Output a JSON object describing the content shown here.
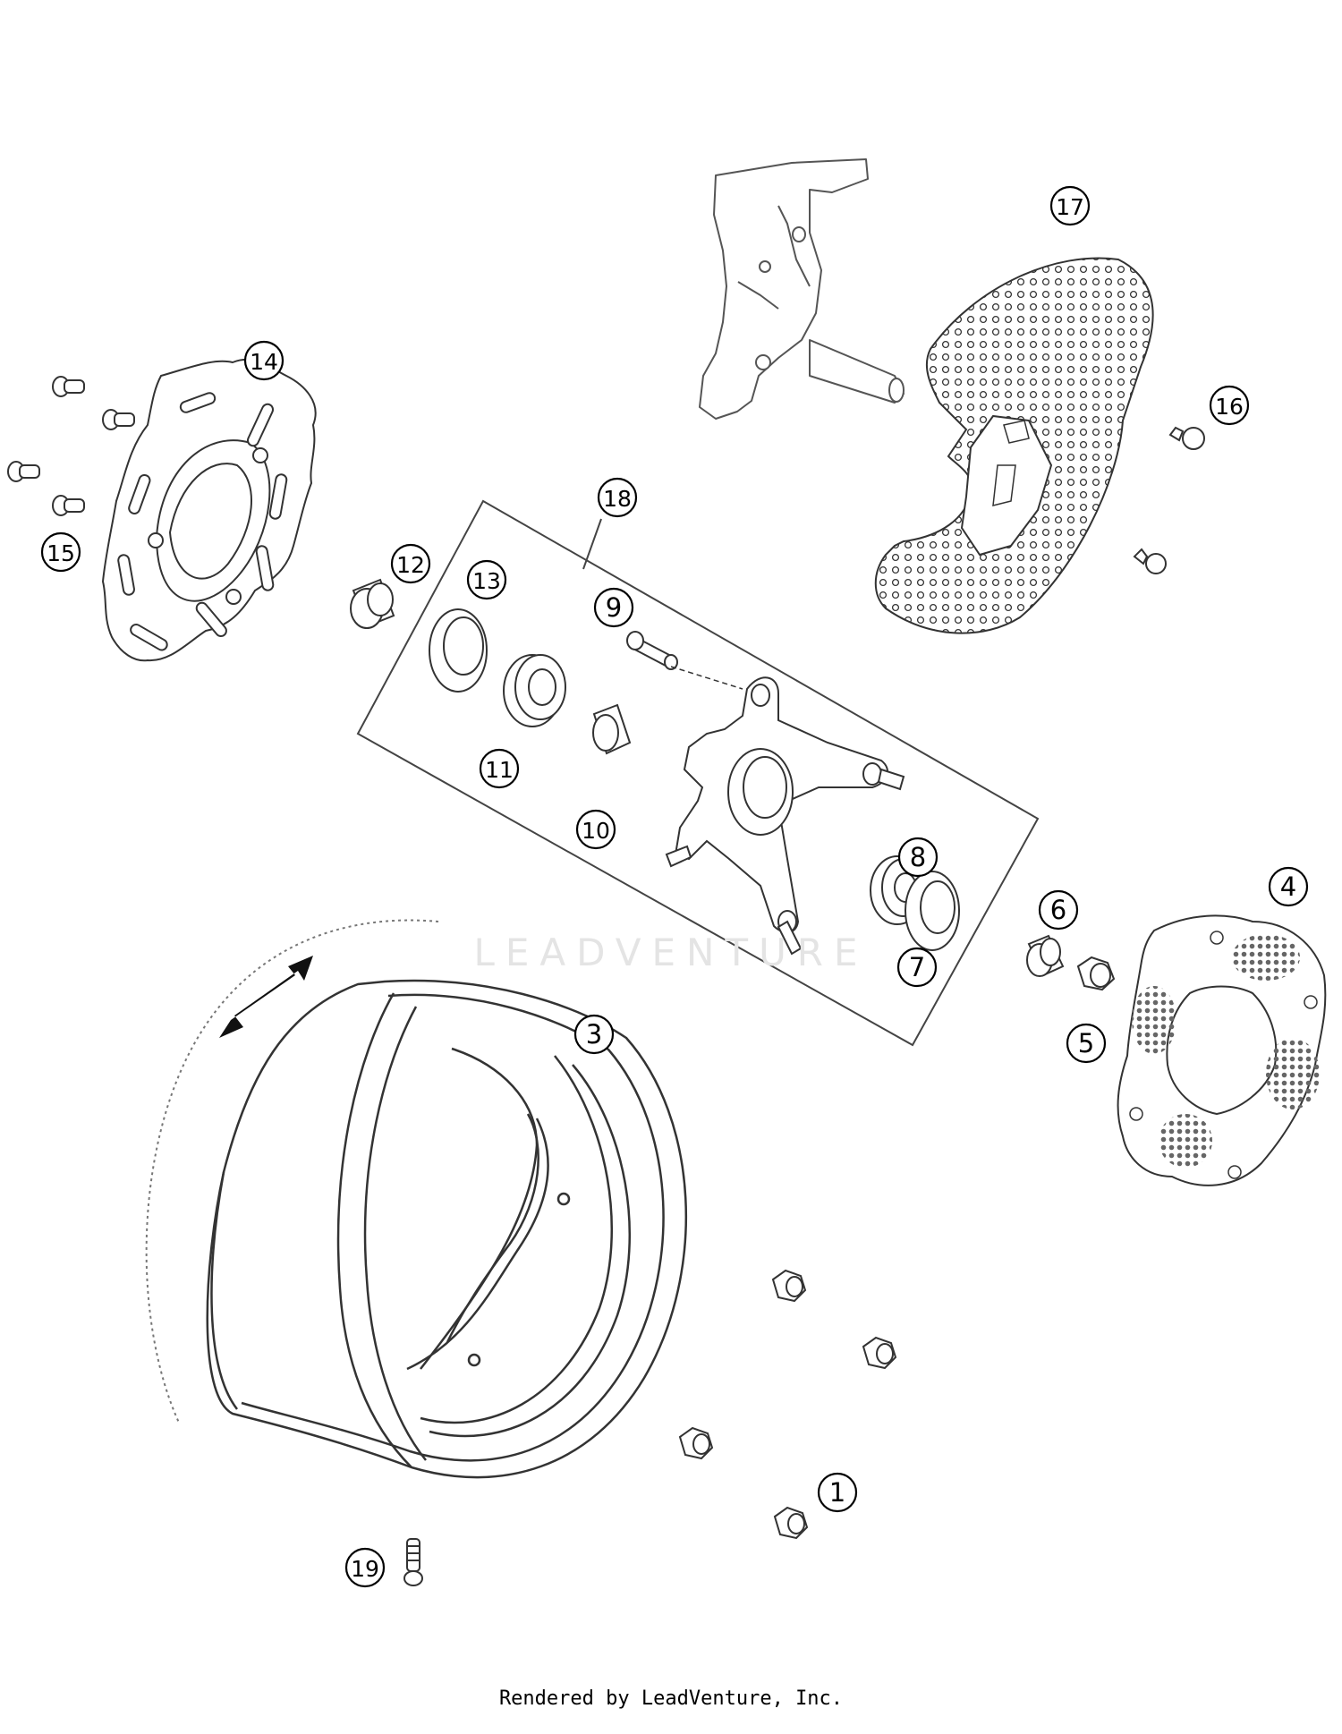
{
  "callouts": [
    {
      "id": "c1",
      "label": "1"
    },
    {
      "id": "c2",
      "label": "3"
    },
    {
      "id": "c3",
      "label": "4"
    },
    {
      "id": "c4",
      "label": "5"
    },
    {
      "id": "c5",
      "label": "6"
    },
    {
      "id": "c6",
      "label": "7"
    },
    {
      "id": "c7",
      "label": "8"
    },
    {
      "id": "c8",
      "label": "9"
    },
    {
      "id": "c9",
      "label": "10"
    },
    {
      "id": "c10",
      "label": "11"
    },
    {
      "id": "c11",
      "label": "12"
    },
    {
      "id": "c12",
      "label": "13"
    },
    {
      "id": "c13",
      "label": "14"
    },
    {
      "id": "c14",
      "label": "15"
    },
    {
      "id": "c15",
      "label": "16"
    },
    {
      "id": "c16",
      "label": "17"
    },
    {
      "id": "c17",
      "label": "18"
    },
    {
      "id": "c18",
      "label": "19"
    }
  ],
  "watermark": "LEADVENTURE",
  "footer": "Rendered by LeadVenture, Inc."
}
